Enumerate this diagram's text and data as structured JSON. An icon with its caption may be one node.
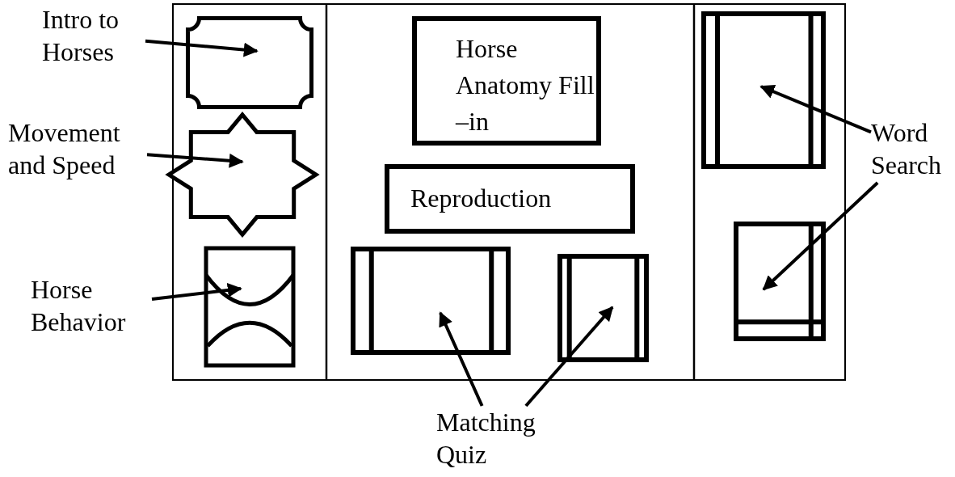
{
  "diagram": {
    "nodes": [
      {
        "text": [
          "Intro to Horses"
        ]
      },
      {
        "text": [],
        "shape": "plaque"
      },
      {
        "text": [
          "Movement and Speed"
        ]
      },
      {
        "text": [],
        "shape": "star"
      },
      {
        "text": [
          "Horse Behavior"
        ]
      },
      {
        "text": [],
        "shape": "drum"
      },
      {
        "text": [
          "Horse Anatomy Fill –in"
        ]
      },
      {
        "text": [
          "Reproduction"
        ]
      },
      {
        "text": [],
        "shape": "box"
      },
      {
        "text": [],
        "shape": "box"
      },
      {
        "text": [],
        "shape": "box"
      },
      {
        "text": [],
        "shape": "box"
      },
      {
        "text": [
          "Word Search"
        ]
      },
      {
        "text": [
          "Matching Quiz"
        ]
      }
    ],
    "edges": [
      {
        "from": 0,
        "to": 1,
        "arrow": "to"
      },
      {
        "from": 2,
        "to": 3,
        "arrow": "to"
      },
      {
        "from": 4,
        "to": 5,
        "arrow": "to"
      },
      {
        "from": 12,
        "to": 10,
        "arrow": "to"
      },
      {
        "from": 12,
        "to": 11,
        "arrow": "to"
      },
      {
        "from": 13,
        "to": 8,
        "arrow": "to"
      },
      {
        "from": 13,
        "to": 9,
        "arrow": "to"
      }
    ]
  }
}
